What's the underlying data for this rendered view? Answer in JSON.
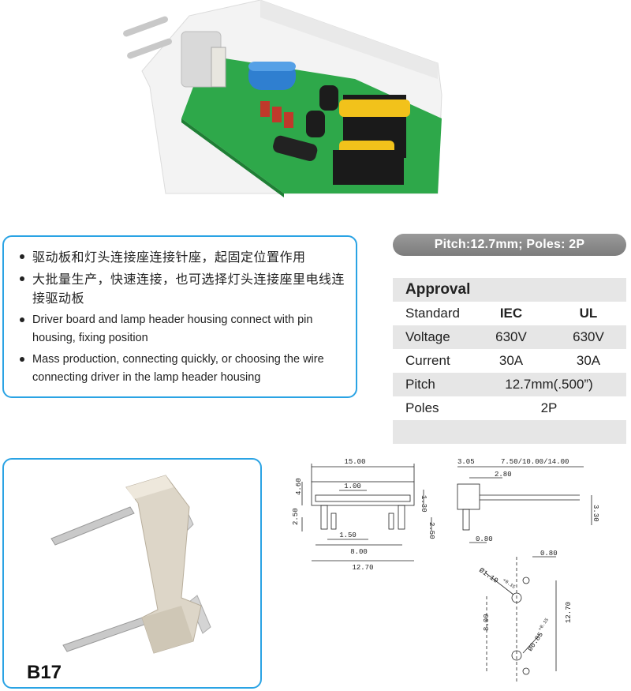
{
  "features": {
    "items": [
      {
        "text": "驱动板和灯头连接座连接针座，起固定位置作用",
        "lang": "cn"
      },
      {
        "text": "大批量生产，快速连接，也可选择灯头连接座里电线连接驱动板",
        "lang": "cn"
      },
      {
        "text": "Driver board and lamp header housing connect with pin housing, fixing  position",
        "lang": "en"
      },
      {
        "text": "Mass production, connecting quickly, or choosing the wire connecting driver in the lamp header housing",
        "lang": "en"
      }
    ]
  },
  "pitch_banner": "Pitch:12.7mm;  Poles: 2P",
  "approval": {
    "title": "Approval",
    "headers": [
      "Standard",
      "IEC",
      "UL"
    ],
    "rows": [
      {
        "label": "Voltage",
        "iec": "630V",
        "ul": "630V"
      },
      {
        "label": "Current",
        "iec": "30A",
        "ul": "30A"
      }
    ],
    "pitch": {
      "label": "Pitch",
      "value": "12.7mm(.500”)"
    },
    "poles": {
      "label": "Poles",
      "value": "2P"
    }
  },
  "model": "B17",
  "drawing": {
    "front": {
      "width": "15.00",
      "inner": "1.00",
      "height": "4.60",
      "right_h": "1.30",
      "pin_h_left": "2.50",
      "pin_h_right": "2.50",
      "pin_gap": "1.50",
      "span": "8.00",
      "pitch": "12.70"
    },
    "side": {
      "top_left": "3.05",
      "lengths": "7.50/10.00/14.00",
      "offset": "2.80",
      "pin_h": "3.30",
      "pin_d": "0.80"
    },
    "pcb": {
      "offset": "0.80",
      "hole_big": "Ø1.10",
      "hole_big_tol": "+0.15",
      "hole_small": "Ø0.85",
      "hole_small_tol": "+0.15",
      "spacing": "8.00",
      "pitch": "12.70"
    }
  },
  "colors": {
    "accent_blue": "#2aa3e4",
    "pcb_green": "#2ea84a"
  }
}
